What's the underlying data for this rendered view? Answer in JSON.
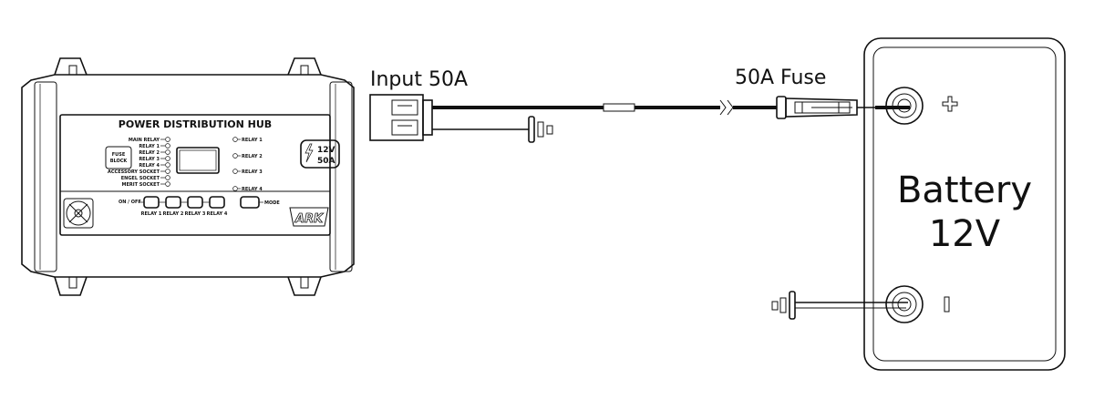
{
  "hub": {
    "title": "POWER DISTRIBUTION HUB",
    "left_indicators": [
      "MAIN RELAY",
      "RELAY 1",
      "RELAY 2",
      "RELAY 3",
      "RELAY 4",
      "ACCESSORY SOCKET",
      "ENGEL SOCKET",
      "MERIT SOCKET"
    ],
    "right_indicators": [
      "RELAY 1",
      "RELAY 2",
      "RELAY 3",
      "RELAY 4"
    ],
    "fuse_block_line1": "FUSE",
    "fuse_block_line2": "BLOCK",
    "badge_voltage": "12V",
    "badge_current": "50A",
    "switch_label": "ON / OFF",
    "button_labels": [
      "RELAY 1",
      "RELAY 2",
      "RELAY 3",
      "RELAY 4"
    ],
    "mode_label": "MODE",
    "logo_text": "ARK"
  },
  "labels": {
    "input": "Input 50A",
    "fuse": "50A Fuse"
  },
  "battery": {
    "line1": "Battery",
    "line2": "12V"
  },
  "icons": {
    "positive_terminal": "plus-icon",
    "negative_terminal": "minus-icon",
    "hub_vent": "fan-icon",
    "badge_symbol": "lightning-icon"
  }
}
